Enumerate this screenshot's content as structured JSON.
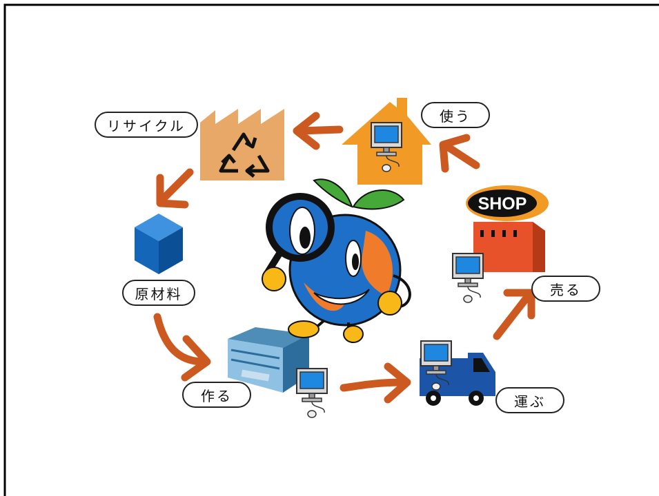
{
  "labels": {
    "recycle": "リサイクル",
    "use": "使う",
    "raw_material": "原材料",
    "make": "作る",
    "carry": "運ぶ",
    "sell": "売る"
  },
  "shop_sign": "SHOP",
  "colors": {
    "arrow": "#cc5a20",
    "factory": "#e8a867",
    "house": "#f29a26",
    "cube": "#1466b8",
    "globe": "#1e6fc8",
    "leaf": "#47a83a",
    "truck": "#1c55a8",
    "store": "#e8522a",
    "hand": "#f7b818",
    "monitor_screen": "#1e88e0"
  },
  "icons": [
    "recycle-icon",
    "magnifier-icon",
    "computer-icon",
    "truck-icon",
    "shop-icon",
    "factory-icon",
    "house-icon",
    "cube-icon"
  ]
}
